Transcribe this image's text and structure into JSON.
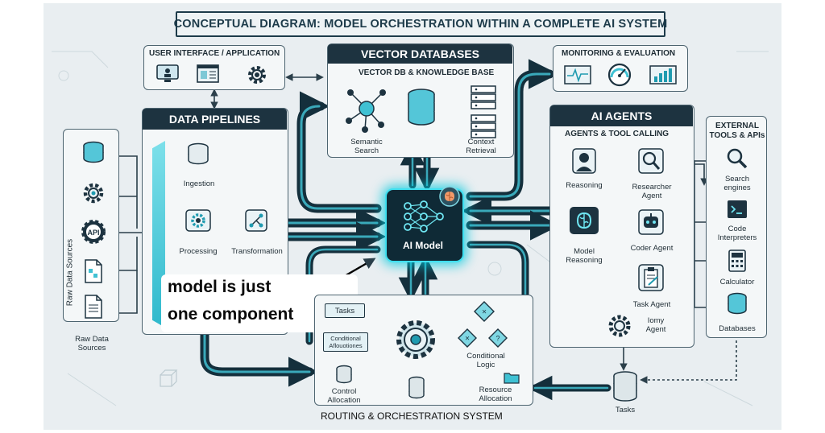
{
  "title": "CONCEPTUAL DIAGRAM: MODEL ORCHESTRATION WITHIN A COMPLETE AI SYSTEM",
  "user_interface": {
    "title": "USER INTERFACE / APPLICATION"
  },
  "vector_db": {
    "title": "VECTOR DATABASES",
    "subtitle": "VECTOR DB & KNOWLEDGE BASE",
    "semantic_search": "Semantic\nSearch",
    "context_retrieval": "Context\nRetrieval"
  },
  "monitoring": {
    "title": "MONITORING & EVALUATION"
  },
  "data_pipelines": {
    "title": "DATA PIPELINES",
    "ingestion": "Ingestion",
    "processing": "Processing",
    "transformation": "Transformation"
  },
  "raw_sources": {
    "vertical_label": "Raw Data Sources",
    "bottom_label": "Raw Data\nSources",
    "api_icon": "API"
  },
  "ai_model": {
    "label": "AI Model"
  },
  "ai_agents": {
    "title": "AI AGENTS",
    "subtitle": "AGENTS & TOOL CALLING",
    "reasoning": "Reasoning",
    "model_reasoning": "Model\nReasoning",
    "researcher": "Researcher\nAgent",
    "coder": "Coder Agent",
    "task_agent": "Task Agent",
    "iomy_agent": "Iomy\nAgent"
  },
  "external_tools": {
    "title": "EXTERNAL\nTOOLS & APIs",
    "search": "Search\nengines",
    "code": "Code\nInterpreters",
    "calculator": "Calculator",
    "databases": "Databases"
  },
  "routing": {
    "title": "ROUTING & ORCHESTRATION SYSTEM",
    "tasks": "Tasks",
    "conditional_afl": "Conditional\nAflouotiones",
    "control_alloc": "Control\nAllocation",
    "conditional_logic": "Conditional\nLogic",
    "resource_alloc": "Resource\nAllocation"
  },
  "tasks_db": {
    "label": "Tasks"
  },
  "callout": {
    "line1": "model is just",
    "line2": "one component"
  },
  "colors": {
    "dark": "#1d3340",
    "accent": "#33c6d8",
    "border": "#4d6470",
    "panel": "#f4f7f8"
  }
}
